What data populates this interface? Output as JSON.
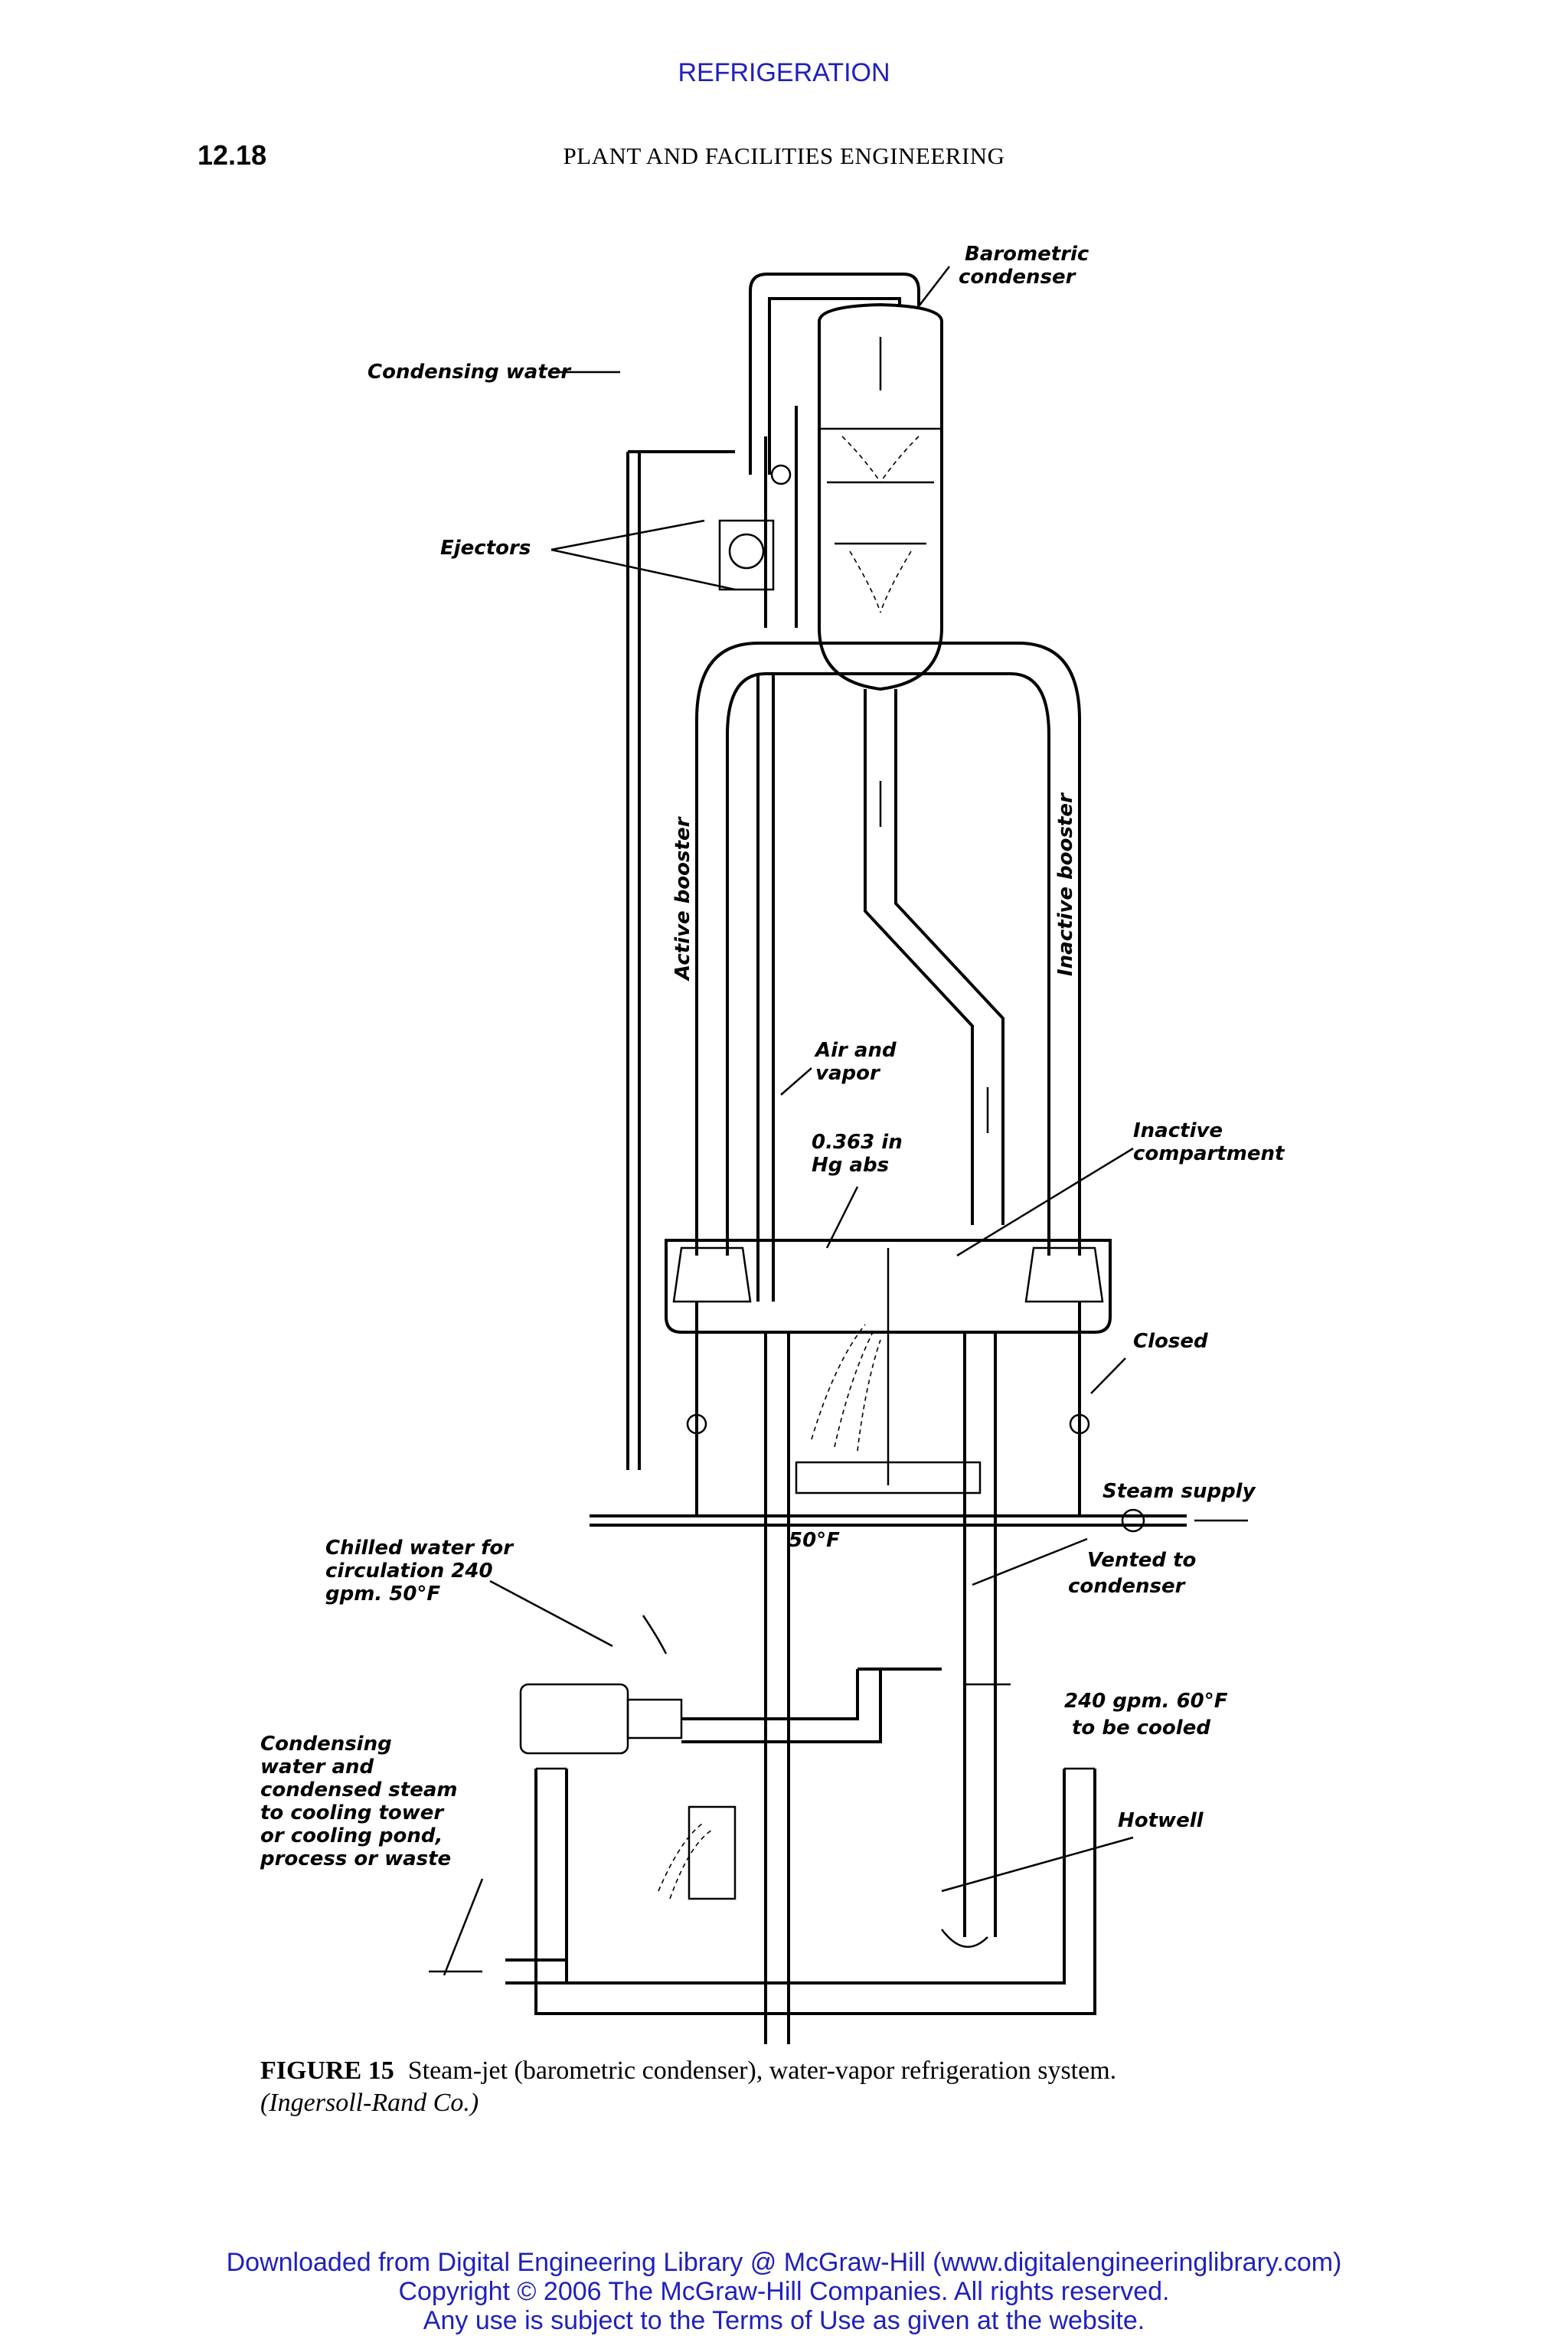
{
  "header": {
    "section_title": "REFRIGERATION"
  },
  "page": {
    "number": "12.18",
    "running_head": "PLANT AND FACILITIES ENGINEERING"
  },
  "figure": {
    "labels": {
      "barometric_condenser_1": "Barometric",
      "barometric_condenser_2": "condenser",
      "condensing_water": "Condensing water",
      "ejectors": "Ejectors",
      "active_booster": "Active booster",
      "inactive_booster": "Inactive booster",
      "air_vapor_1": "Air and",
      "air_vapor_2": "vapor",
      "pressure_1": "0.363 in",
      "pressure_2": "Hg abs",
      "inactive_compartment_1": "Inactive",
      "inactive_compartment_2": "compartment",
      "closed": "Closed",
      "steam_supply": "Steam supply",
      "temp_50f": "50°F",
      "vented_1": "Vented to",
      "vented_2": "condenser",
      "chilled_1": "Chilled water for",
      "chilled_2": "circulation 240",
      "chilled_3": "gpm. 50°F",
      "return_1": "240 gpm. 60°F",
      "return_2": "to be cooled",
      "hotwell": "Hotwell",
      "discharge_1": "Condensing",
      "discharge_2": "water and",
      "discharge_3": "condensed steam",
      "discharge_4": "to cooling tower",
      "discharge_5": "or cooling pond,",
      "discharge_6": "process or waste"
    }
  },
  "caption": {
    "label": "FIGURE 15",
    "text": "Steam-jet (barometric condenser), water-vapor refrigeration system.",
    "credit": "(Ingersoll-Rand Co.)"
  },
  "footer": {
    "line1": "Downloaded from Digital Engineering Library @ McGraw-Hill (www.digitalengineeringlibrary.com)",
    "line2": "Copyright © 2006 The McGraw-Hill Companies. All rights reserved.",
    "line3": "Any use is subject to the Terms of Use as given at the website."
  },
  "colors": {
    "link": "#1f1fbf",
    "text": "#000000"
  }
}
